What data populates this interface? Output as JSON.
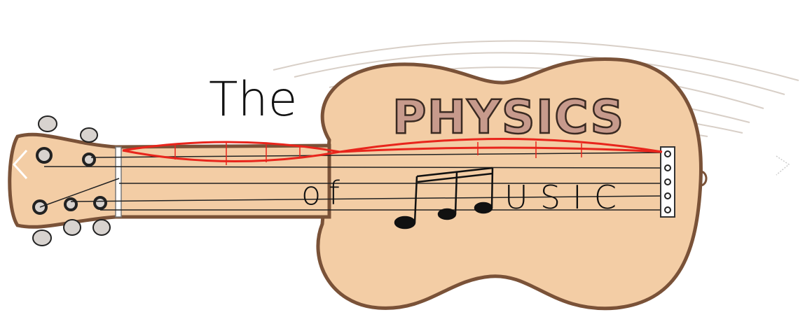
{
  "title": {
    "word_the": "The",
    "word_physics": "PHYSICS",
    "word_of": "of",
    "word_music_rest": "USIC"
  },
  "carousel": {
    "prev_icon": "chevron-left-icon",
    "next_icon": "chevron-right-icon"
  },
  "colors": {
    "body": "#f3cda5",
    "outline": "#7a5238",
    "wave": "#e8251c",
    "physics_fill": "#c79a8c"
  }
}
